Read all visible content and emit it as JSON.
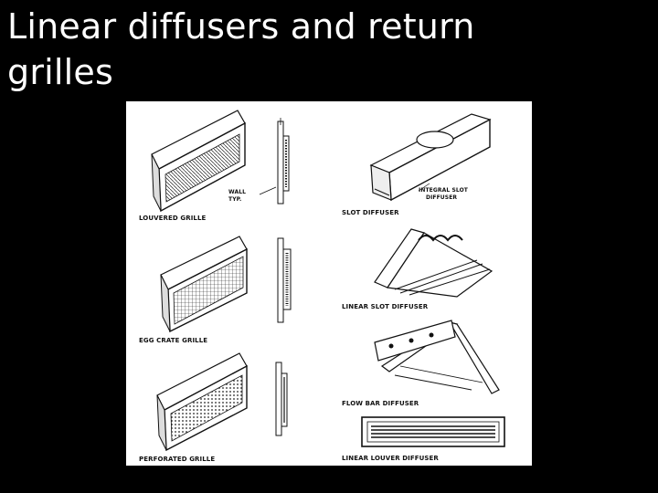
{
  "slide": {
    "title": "Linear diffusers and return grilles"
  },
  "figure": {
    "labels": {
      "louvered_grille": "LOUVERED GRILLE",
      "wall": "WALL",
      "typ": "TYP.",
      "egg_crate_grille": "EGG CRATE GRILLE",
      "perforated_grille": "PERFORATED GRILLE",
      "slot_diffuser": "SLOT DIFFUSER",
      "integral_slot": "INTEGRAL SLOT",
      "integral_diffuser": "DIFFUSER",
      "linear_slot_diffuser": "LINEAR SLOT DIFFUSER",
      "flow_bar_diffuser": "FLOW BAR DIFFUSER",
      "linear_louver_diffuser": "LINEAR LOUVER DIFFUSER"
    }
  }
}
